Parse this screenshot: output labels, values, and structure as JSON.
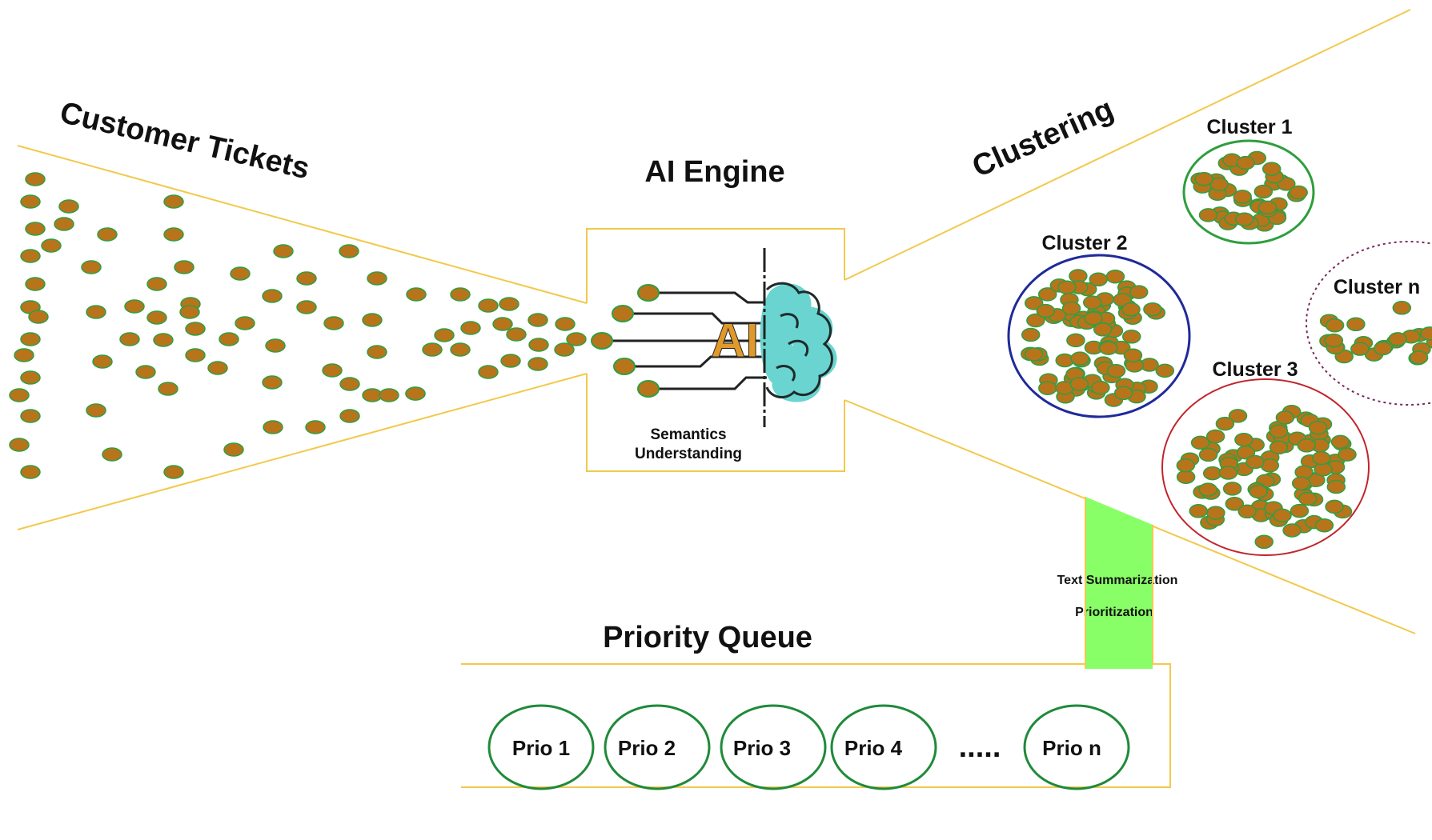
{
  "colors": {
    "funnel_line": "#f2c94c",
    "ticket_fill": "#b8741a",
    "ticket_stroke": "#2f9e44",
    "brain_fill": "#6ad4d0",
    "ai_text": "#e0992b",
    "circuit": "#222222",
    "summary_band": "#88ff66",
    "cluster_1": "#2d9e3c",
    "cluster_2": "#1f2a9a",
    "cluster_3": "#c0262c",
    "cluster_n": "#7a2a5a",
    "prio_ring": "#1f8a3a"
  },
  "title_customer_tickets": "Customer Tickets",
  "title_ai_engine": "AI Engine",
  "title_clustering": "Clustering",
  "ai_logo_text": "AI",
  "engine_caption_line1": "Semantics",
  "engine_caption_line2": "Understanding",
  "clusters": [
    {
      "label": "Cluster 1"
    },
    {
      "label": "Cluster 2"
    },
    {
      "label": "Cluster 3"
    },
    {
      "label": "Cluster n"
    }
  ],
  "summary_line1": "Text Summarization",
  "summary_line2": "Prioritization",
  "title_priority_queue": "Priority Queue",
  "priority_items": [
    "Prio 1",
    "Prio 2",
    "Prio 3",
    "Prio 4",
    "Prio n"
  ],
  "priority_ellipsis": "....."
}
